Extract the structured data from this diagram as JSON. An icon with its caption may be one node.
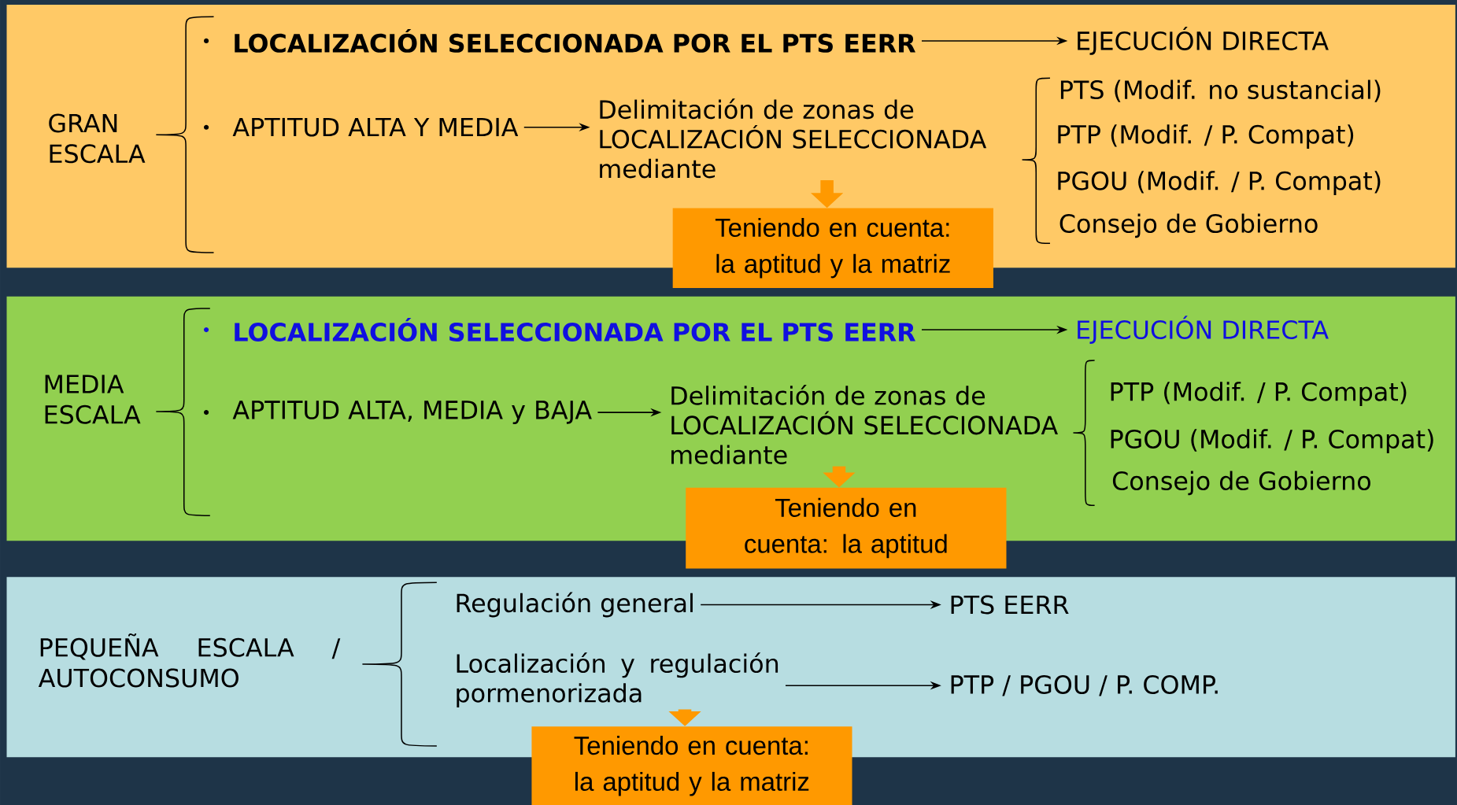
{
  "diagram": {
    "nodes": [
      {
        "text": [
          "GRAN ESCALA"
        ]
      },
      {
        "text": [
          "LOCALIZACIÓN SELECCIONADA POR EL PTS EERR"
        ],
        "in": 0
      },
      {
        "text": [
          "EJECUCIÓN DIRECTA"
        ],
        "in": 0
      },
      {
        "text": [
          "APTITUD ALTA Y MEDIA"
        ],
        "in": 0
      },
      {
        "text": [
          "Delimitación de zonas de LOCALIZACIÓN SELECCIONADA mediante"
        ],
        "in": 0
      },
      {
        "text": [
          "PTS (Modif. no sustancial)"
        ],
        "in": 0
      },
      {
        "text": [
          "PTP (Modif. / P. Compat)"
        ],
        "in": 0
      },
      {
        "text": [
          "PGOU (Modif. / P. Compat)"
        ],
        "in": 0
      },
      {
        "text": [
          "Consejo de Gobierno"
        ],
        "in": 0
      },
      {
        "text": [
          "Teniendo en cuenta: la aptitud y la matriz"
        ]
      },
      {
        "text": [
          "MEDIA ESCALA"
        ]
      },
      {
        "text": [
          "LOCALIZACIÓN SELECCIONADA POR EL PTS EERR"
        ],
        "in": 10
      },
      {
        "text": [
          "EJECUCIÓN DIRECTA"
        ],
        "in": 10
      },
      {
        "text": [
          "APTITUD ALTA, MEDIA y BAJA"
        ],
        "in": 10
      },
      {
        "text": [
          "Delimitación de zonas de LOCALIZACIÓN SELECCIONADA mediante"
        ],
        "in": 10
      },
      {
        "text": [
          "PTP (Modif. / P. Compat)"
        ],
        "in": 10
      },
      {
        "text": [
          "PGOU (Modif. / P. Compat)"
        ],
        "in": 10
      },
      {
        "text": [
          "Consejo de Gobierno"
        ],
        "in": 10
      },
      {
        "text": [
          "Teniendo en cuenta: la aptitud"
        ]
      },
      {
        "text": [
          "PEQUEÑA ESCALA / AUTOCONSUMO"
        ]
      },
      {
        "text": [
          "Regulación general"
        ],
        "in": 19
      },
      {
        "text": [
          "PTS EERR"
        ],
        "in": 19
      },
      {
        "text": [
          "Localización y regulación pormenorizada"
        ],
        "in": 19
      },
      {
        "text": [
          "PTP / PGOU / P. COMP."
        ],
        "in": 19
      },
      {
        "text": [
          "Teniendo en cuenta: la aptitud y la matriz"
        ]
      }
    ],
    "edges": [
      {
        "from": 1,
        "to": 2,
        "arrow": "to"
      },
      {
        "from": 3,
        "to": 4,
        "arrow": "to"
      },
      {
        "from": 4,
        "to": 9,
        "arrow": "to",
        "style": "thick",
        "color": "#ff9900"
      },
      {
        "from": 11,
        "to": 12,
        "arrow": "to"
      },
      {
        "from": 13,
        "to": 14,
        "arrow": "to"
      },
      {
        "from": 14,
        "to": 18,
        "arrow": "to",
        "style": "thick",
        "color": "#ff9900"
      },
      {
        "from": 20,
        "to": 21,
        "arrow": "to"
      },
      {
        "from": 22,
        "to": 23,
        "arrow": "to"
      },
      {
        "from": 22,
        "to": 24,
        "arrow": "to",
        "style": "thick",
        "color": "#ff9900"
      }
    ]
  }
}
